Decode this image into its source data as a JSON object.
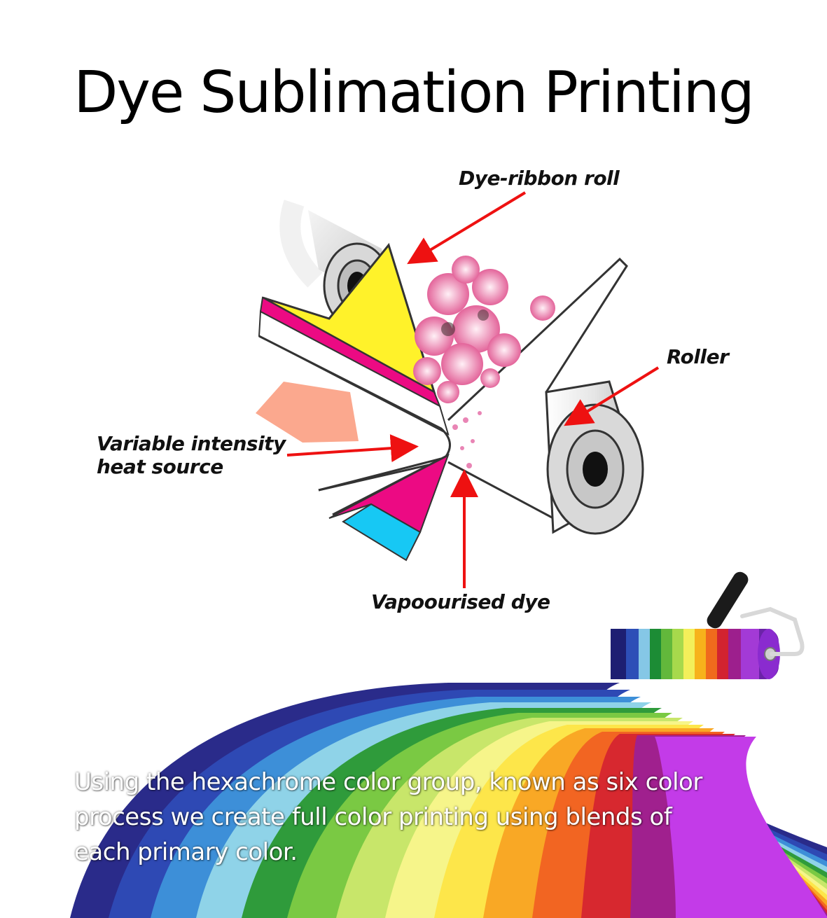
{
  "title": "Dye Sublimation Printing",
  "labels": {
    "dye_ribbon_roll": "Dye-ribbon roll",
    "roller": "Roller",
    "heat_source_line1": "Variable intensity",
    "heat_source_line2": "heat source",
    "vaporised_dye": "Vapoourised dye"
  },
  "caption": {
    "line1": "Using the hexachrome color group, known as six color",
    "line2": "process we create full color printing using blends of",
    "line3": "each primary color."
  },
  "colors": {
    "yellow": "#fff22a",
    "magenta": "#ec0a83",
    "cyan": "#17c8f4",
    "arrow_red": "#ee1111",
    "heat": "#fba88e",
    "roller_grey": "#d9d9d9"
  },
  "icons": [
    "paint-roller-icon",
    "flower-icon",
    "heat-arrow-icon"
  ]
}
